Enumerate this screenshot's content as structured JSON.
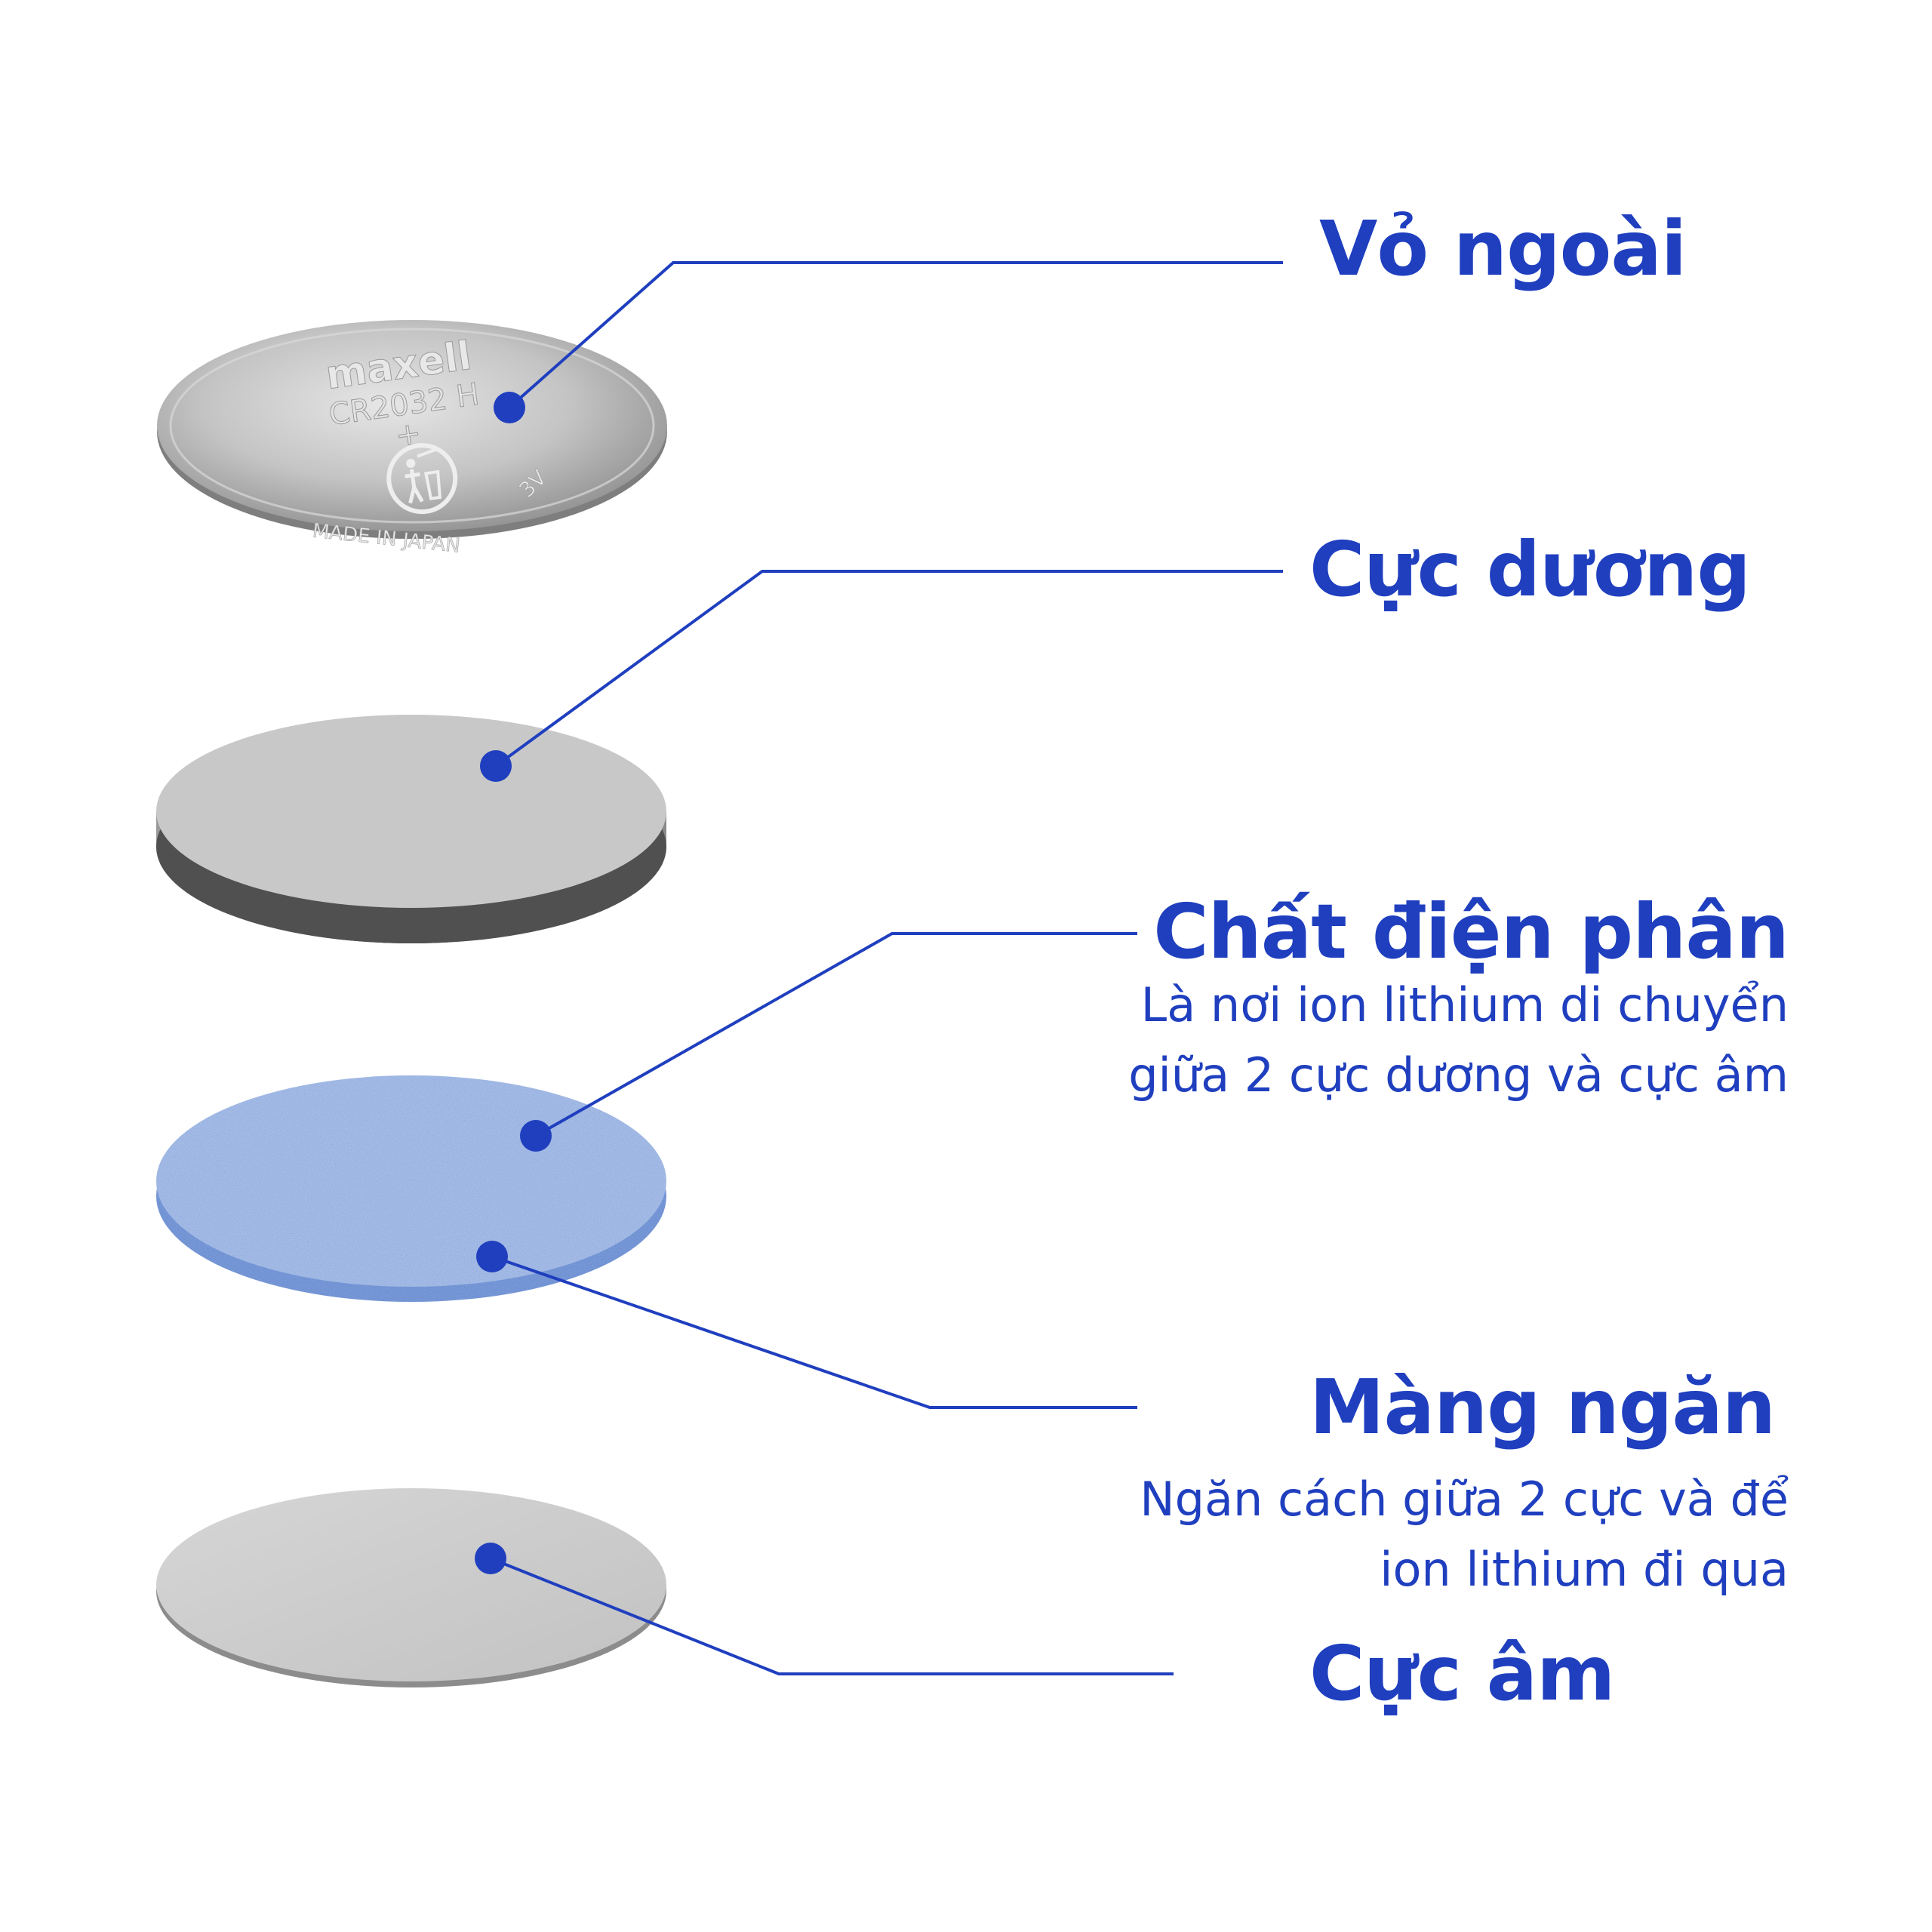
{
  "accent_color": "#1f3fbf",
  "disc_colors": {
    "shell": "#b8b8b8",
    "anode_top": "#c9c9c9",
    "anode_side": "#5a5a5a",
    "electrolyte": "#7b9cd6",
    "cathode": "#cdcdcd"
  },
  "battery_marking": {
    "brand": "maxell",
    "model": "CR2032 H",
    "polarity": "+",
    "origin": "MADE IN JAPAN",
    "voltage": "3V"
  },
  "parts": [
    {
      "title": "Vỏ ngoài"
    },
    {
      "title": "Cực dương"
    },
    {
      "title": "Chất điện phân",
      "description": [
        "Là nơi ion lithium di chuyển",
        "giữa 2 cực dương và cực âm"
      ]
    },
    {
      "title": "Màng ngăn",
      "description": [
        "Ngăn cách giữa 2 cực và để",
        "ion lithium đi qua"
      ]
    },
    {
      "title": "Cực âm"
    }
  ]
}
